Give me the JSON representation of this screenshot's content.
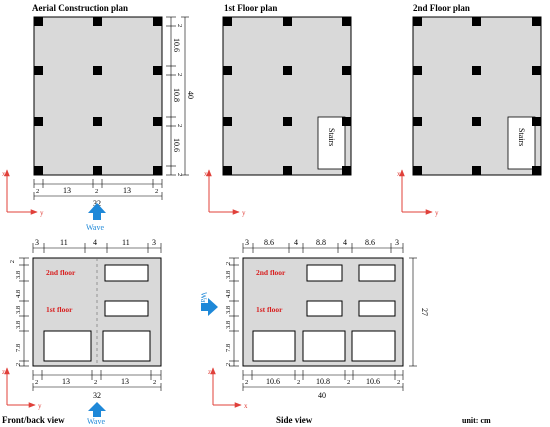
{
  "titles": {
    "aerial": "Aerial Construction plan",
    "first": "1st Floor plan",
    "second": "2nd Floor plan",
    "front": "Front/back view",
    "side": "Side view",
    "unit": "unit: cm"
  },
  "labels": {
    "stairs": "Stairs",
    "wave": "Wave",
    "floor2": "2nd floor",
    "floor1": "1st floor",
    "axis_x": "x",
    "axis_y": "y",
    "axis_z": "z"
  },
  "dims": {
    "plan_bottom": [
      "2",
      "13",
      "2",
      "13",
      "2"
    ],
    "plan_total_width": "32",
    "plan_right": [
      "2",
      "10.6",
      "2",
      "10.8",
      "2",
      "10.6",
      "2"
    ],
    "plan_total_height": "40",
    "front_top": [
      "3",
      "11",
      "4",
      "11",
      "3"
    ],
    "front_left": [
      "2",
      "3.8",
      "4.8",
      "3.8",
      "3.8",
      "7.8",
      "2"
    ],
    "front_bottom": [
      "2",
      "13",
      "2",
      "13",
      "2"
    ],
    "front_total_width": "32",
    "side_top": [
      "3",
      "8.6",
      "4",
      "8.8",
      "4",
      "8.6",
      "3"
    ],
    "side_left": [
      "2",
      "3.8",
      "4.8",
      "3.8",
      "3.8",
      "7.8",
      "2"
    ],
    "side_bottom": [
      "2",
      "10.6",
      "2",
      "10.8",
      "2",
      "10.6",
      "2"
    ],
    "side_total_width": "40",
    "side_total_height": "27"
  },
  "colors": {
    "panel_fill": "#d9d9d9",
    "column_fill": "#000000",
    "axis_color": "#e0403a",
    "wave_color": "#1e88d8",
    "floor_label_color": "#d81e1e"
  },
  "icons": [
    "wave-arrow-icon",
    "axis-arrow-icon"
  ]
}
